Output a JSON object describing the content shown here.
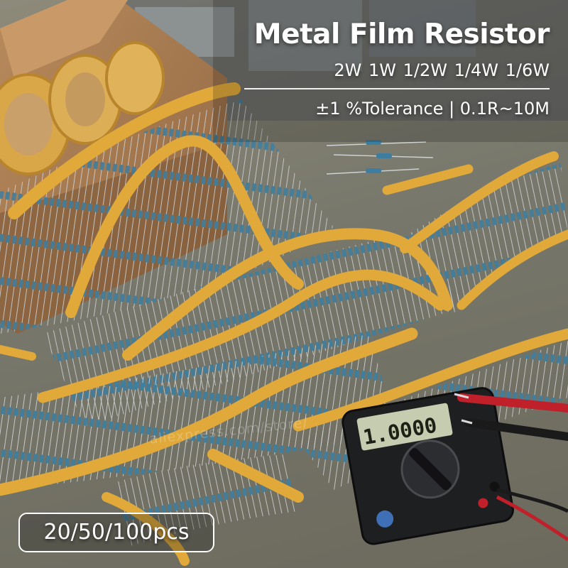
{
  "product": {
    "title": "Metal Film Resistor",
    "power_ratings": "2W 1W 1/2W 1/4W 1/6W",
    "specs": "±1 %Tolerance | 0.1R~10M",
    "quantity_options": "20/50/100pcs"
  },
  "watermark": "aliexpress.com/store/",
  "multimeter": {
    "reading": "1.0000"
  },
  "colors": {
    "tape": "#e0a93a",
    "resistor_body": "#3d7ea0",
    "desk": "#77776b",
    "box": "#a57b52",
    "probe": "#c0202a"
  }
}
